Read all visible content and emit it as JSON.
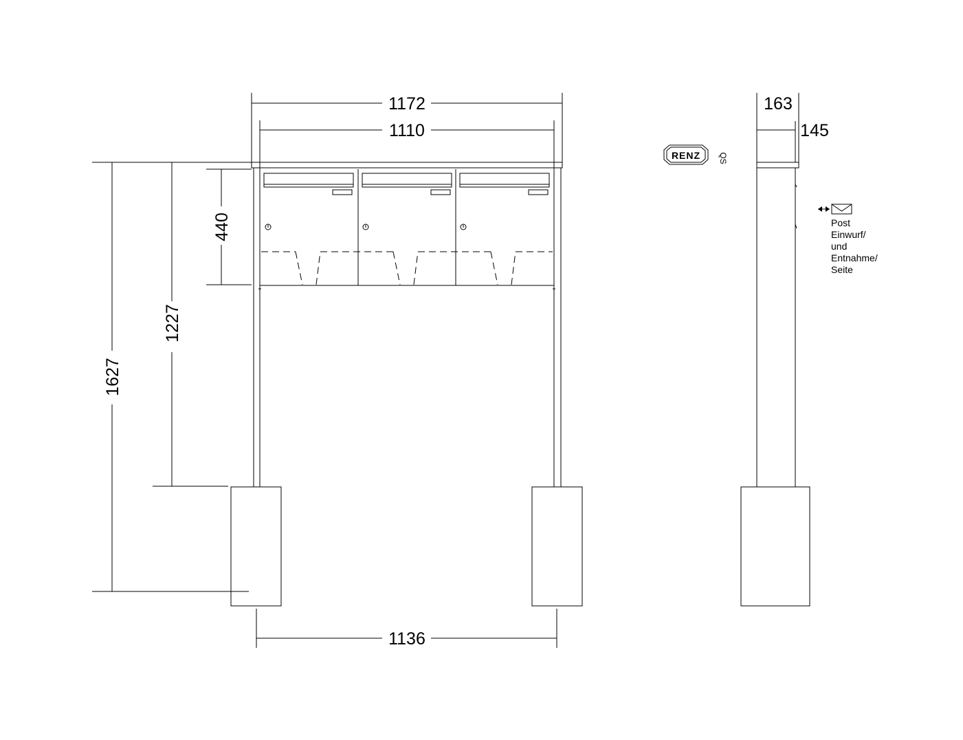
{
  "dimensions": {
    "overall_width": "1172",
    "box_width": "1110",
    "post_spacing": "1136",
    "total_height": "1627",
    "post_height": "1227",
    "box_height": "440",
    "side_depth_outer": "163",
    "side_depth_inner": "145"
  },
  "logo": {
    "brand": "RENZ",
    "mark": "QS"
  },
  "note": {
    "line1": "Post",
    "line2": "Einwurf/",
    "line3": "und",
    "line4": "Entnahme/",
    "line5": "Seite"
  },
  "colors": {
    "line": "#000000",
    "background": "#ffffff"
  }
}
